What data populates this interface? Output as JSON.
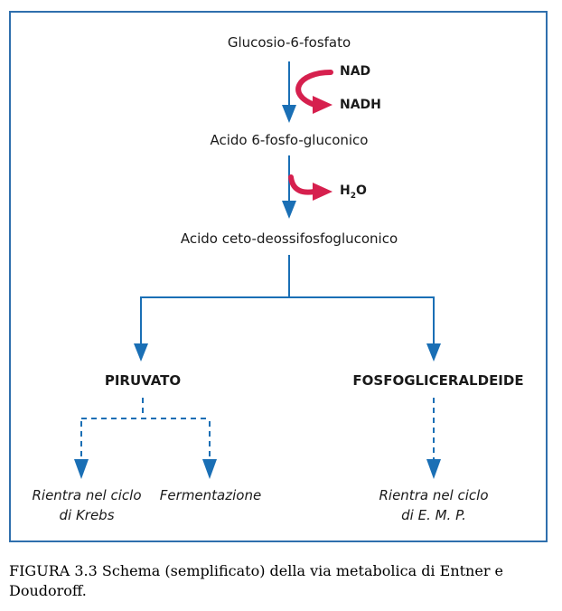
{
  "diagram": {
    "nodes": {
      "glucose6p": "Glucosio-6-fosfato",
      "gluconate6p": "Acido 6-fosfo-gluconico",
      "kdpg": "Acido ceto-deossifosfogluconico",
      "pyruvate": "PIRUVATO",
      "g3p": "FOSFOGLICERALDEIDE",
      "krebs_line1": "Rientra nel ciclo",
      "krebs_line2": "di Krebs",
      "fermentation": "Fermentazione",
      "emp_line1": "Rientra nel ciclo",
      "emp_line2": "di E. M. P."
    },
    "cofactors": {
      "nad": "NAD",
      "nadh": "NADH",
      "water_h": "H",
      "water_sub": "2",
      "water_o": "O"
    }
  },
  "caption": {
    "text": "FIGURA 3.3 Schema (semplificato) della via metabolica di Entner e Doudoroff."
  },
  "colors": {
    "flow_arrow": "#1a6fb5",
    "cofactor_arrow": "#d6204e",
    "border": "#2f6fad"
  }
}
